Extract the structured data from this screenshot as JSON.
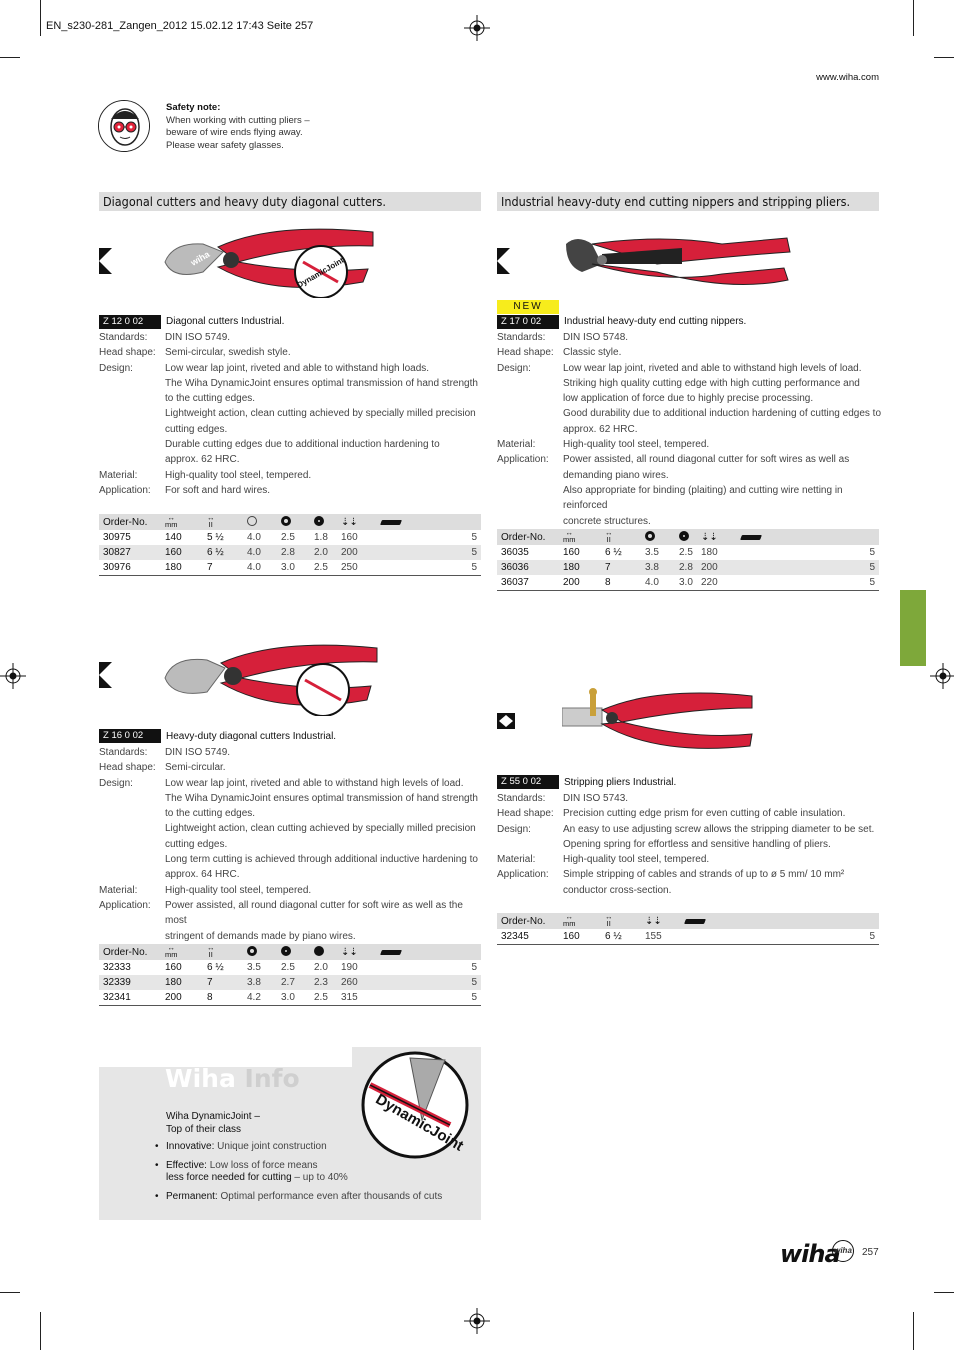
{
  "slug": "EN_s230-281_Zangen_2012  15.02.12  17:43  Seite 257",
  "url": "www.wiha.com",
  "safety": {
    "heading": "Safety note:",
    "line1": "When working with cutting pliers –",
    "line2": "beware of wire ends flying away.",
    "line3": "Please wear safety glasses."
  },
  "left_section_title": "Diagonal cutters and heavy duty diagonal cutters.",
  "right_section_title": "Industrial heavy-duty end cutting nippers and stripping pliers.",
  "image_labels": {
    "brand": "wiha",
    "joint": "DynamicJoint"
  },
  "products": {
    "p1": {
      "code": "Z 12 0 02",
      "name": "Diagonal cutters Industrial.",
      "specs": [
        {
          "label": "Standards:",
          "lines": [
            "DIN ISO 5749."
          ]
        },
        {
          "label": "Head shape:",
          "lines": [
            "Semi-circular, swedish style."
          ]
        },
        {
          "label": "Design:",
          "lines": [
            "Low wear lap joint, riveted and able to withstand high loads.",
            "The Wiha DynamicJoint ensures optimal transmission of hand strength",
            "to the cutting edges.",
            "Lightweight action, clean cutting achieved by specially milled precision",
            "cutting edges.",
            "Durable cutting edges due to additional induction hardening to",
            "approx. 62 HRC."
          ]
        },
        {
          "label": "Material:",
          "lines": [
            "High-quality tool steel, tempered."
          ]
        },
        {
          "label": "Application:",
          "lines": [
            "For soft and hard wires."
          ]
        }
      ],
      "table": {
        "header": "Order-No.",
        "rows": [
          [
            "30975",
            "140",
            "5 ½",
            "4.0",
            "2.5",
            "1.8",
            "160",
            "5"
          ],
          [
            "30827",
            "160",
            "6 ½",
            "4.0",
            "2.8",
            "2.0",
            "200",
            "5"
          ],
          [
            "30976",
            "180",
            "7",
            "4.0",
            "3.0",
            "2.5",
            "250",
            "5"
          ]
        ]
      }
    },
    "p2": {
      "badge": "NEW",
      "code": "Z 17 0 02",
      "name": "Industrial heavy-duty end cutting nippers.",
      "specs": [
        {
          "label": "Standards:",
          "lines": [
            "DIN ISO 5748."
          ]
        },
        {
          "label": "Head shape:",
          "lines": [
            "Classic style."
          ]
        },
        {
          "label": "Design:",
          "lines": [
            "Low wear lap joint, riveted and able to withstand high levels of load.",
            "Striking high quality cutting edge with high cutting performance and",
            "low application of force due to highly precise processing.",
            "Good durability due to additional induction hardening of cutting edges to",
            "approx. 62 HRC."
          ]
        },
        {
          "label": "Material:",
          "lines": [
            "High-quality tool steel, tempered."
          ]
        },
        {
          "label": "Application:",
          "lines": [
            "Power assisted, all round diagonal cutter for soft wires as well as",
            "demanding piano wires.",
            "Also appropriate for binding (plaiting) and cutting wire netting in reinforced",
            "concrete structures."
          ]
        }
      ],
      "table": {
        "header": "Order-No.",
        "rows": [
          [
            "36035",
            "160",
            "6 ½",
            "3.5",
            "2.5",
            "180",
            "5"
          ],
          [
            "36036",
            "180",
            "7",
            "3.8",
            "2.8",
            "200",
            "5"
          ],
          [
            "36037",
            "200",
            "8",
            "4.0",
            "3.0",
            "220",
            "5"
          ]
        ]
      }
    },
    "p3": {
      "code": "Z 16 0 02",
      "name": "Heavy-duty diagonal cutters Industrial.",
      "specs": [
        {
          "label": "Standards:",
          "lines": [
            "DIN ISO 5749."
          ]
        },
        {
          "label": "Head shape:",
          "lines": [
            "Semi-circular."
          ]
        },
        {
          "label": "Design:",
          "lines": [
            "Low wear lap joint, riveted and able to withstand high levels of load.",
            "The Wiha DynamicJoint ensures optimal transmission of hand strength",
            "to the cutting edges.",
            "Lightweight action, clean cutting achieved by specially milled precision",
            "cutting edges.",
            "Long term cutting is achieved through additional inductive hardening to",
            "approx. 64 HRC."
          ]
        },
        {
          "label": "Material:",
          "lines": [
            "High-quality tool steel, tempered."
          ]
        },
        {
          "label": "Application:",
          "lines": [
            "Power assisted, all round diagonal cutter for soft wire as well as the most",
            "stringent of demands made by piano wires."
          ]
        }
      ],
      "table": {
        "header": "Order-No.",
        "rows": [
          [
            "32333",
            "160",
            "6 ½",
            "3.5",
            "2.5",
            "2.0",
            "190",
            "5"
          ],
          [
            "32339",
            "180",
            "7",
            "3.8",
            "2.7",
            "2.3",
            "260",
            "5"
          ],
          [
            "32341",
            "200",
            "8",
            "4.2",
            "3.0",
            "2.5",
            "315",
            "5"
          ]
        ]
      }
    },
    "p4": {
      "code": "Z 55 0 02",
      "name": "Stripping pliers Industrial.",
      "specs": [
        {
          "label": "Standards:",
          "lines": [
            "DIN ISO 5743."
          ]
        },
        {
          "label": "Head shape:",
          "lines": [
            "Precision cutting edge prism for even cutting of cable insulation."
          ]
        },
        {
          "label": "Design:",
          "lines": [
            "An easy to use adjusting screw allows the stripping diameter to be set.",
            "Opening spring for effortless and sensitive handling of pliers."
          ]
        },
        {
          "label": "Material:",
          "lines": [
            "High-quality tool steel, tempered."
          ]
        },
        {
          "label": "Application:",
          "lines": [
            "Simple stripping of cables and strands of up to ø 5 mm/ 10 mm²",
            "conductor cross-section."
          ]
        }
      ],
      "table": {
        "header": "Order-No.",
        "rows": [
          [
            "32345",
            "160",
            "6 ½",
            "155",
            "5"
          ]
        ]
      }
    }
  },
  "units": {
    "mm": "mm",
    "inch": "II"
  },
  "info": {
    "title_a": "Wiha",
    "title_b": "Info",
    "sub1": "Wiha DynamicJoint –",
    "sub2": "Top of their class",
    "b1_key": "Innovative:",
    "b1_text": "Unique joint construction",
    "b2_key": "Effective:",
    "b2_text": "Low loss of force means",
    "b2_key2": "less force needed for cutting",
    "b2_text2": "– up to 40%",
    "b3_key": "Permanent:",
    "b3_text": "Optimal performance even after thousands of cuts",
    "badge": "DynamicJoint"
  },
  "footer": {
    "logo": "wiha",
    "page": "257"
  },
  "colors": {
    "accent_green": "#7ea83a",
    "new_yellow": "#f7ec1c",
    "grip_red": "#d6203a"
  }
}
